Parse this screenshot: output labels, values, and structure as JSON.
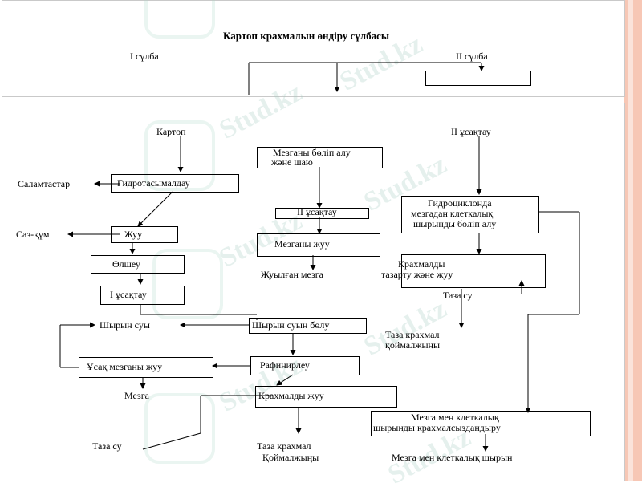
{
  "title": "Картоп крахмалын өндіру сұлбасы",
  "scheme1": "I сұлба",
  "scheme2": "II сұлба",
  "watermark": "Stud.kz",
  "nodes": {
    "kartop": "Картоп",
    "salamtastar": "Саламтастар",
    "gidrotasy": "Гидротасымалдау",
    "saz": "Саз-құм",
    "zhuu": "Жуу",
    "olsheu": "Өлшеу",
    "usaktau1": "І ұсақтау",
    "shyryn_suy": "Шырын суы",
    "shyryn_bolu": "Шырын суын бөлу",
    "usak_mezga": "Ұсақ мезганы жуу",
    "rafinirleu": "Рафинирлеу",
    "mezga": "Мезга",
    "krahmal_zhuu": "Крахмалды жуу",
    "taza_su1": "Таза су",
    "taza_krahmal1_a": "Таза крахмал",
    "taza_krahmal1_b": "Қоймалжыңы",
    "mezga_bolu_a": "Мезганы бөліп алу",
    "mezga_bolu_b": "және шаю",
    "usaktau2_mid": "ІІ ұсақтау",
    "mezga_zhuu": "Мезганы жуу",
    "zhuylgan": "Жуылған мезга",
    "usaktau2_right": "ІІ ұсақтау",
    "gidrocyclon_a": "Гидроциклонда",
    "gidrocyclon_b": "мезгадан клеткалық",
    "gidrocyclon_c": "шырынды бөліп алу",
    "krahmal_tazartu_a": "Крахмалды",
    "krahmal_tazartu_b": "тазарту және жуу",
    "taza_su2": "Таза су",
    "taza_krahmal2_a": "Таза крахмал",
    "taza_krahmal2_b": "қоймалжыңы",
    "mezga_kletka_a": "Мезга мен клеткалық",
    "mezga_kletka_b": "шырынды крахмалсыздандыру",
    "mezga_kletka_out": "Мезга мен клеткалық шырын"
  }
}
